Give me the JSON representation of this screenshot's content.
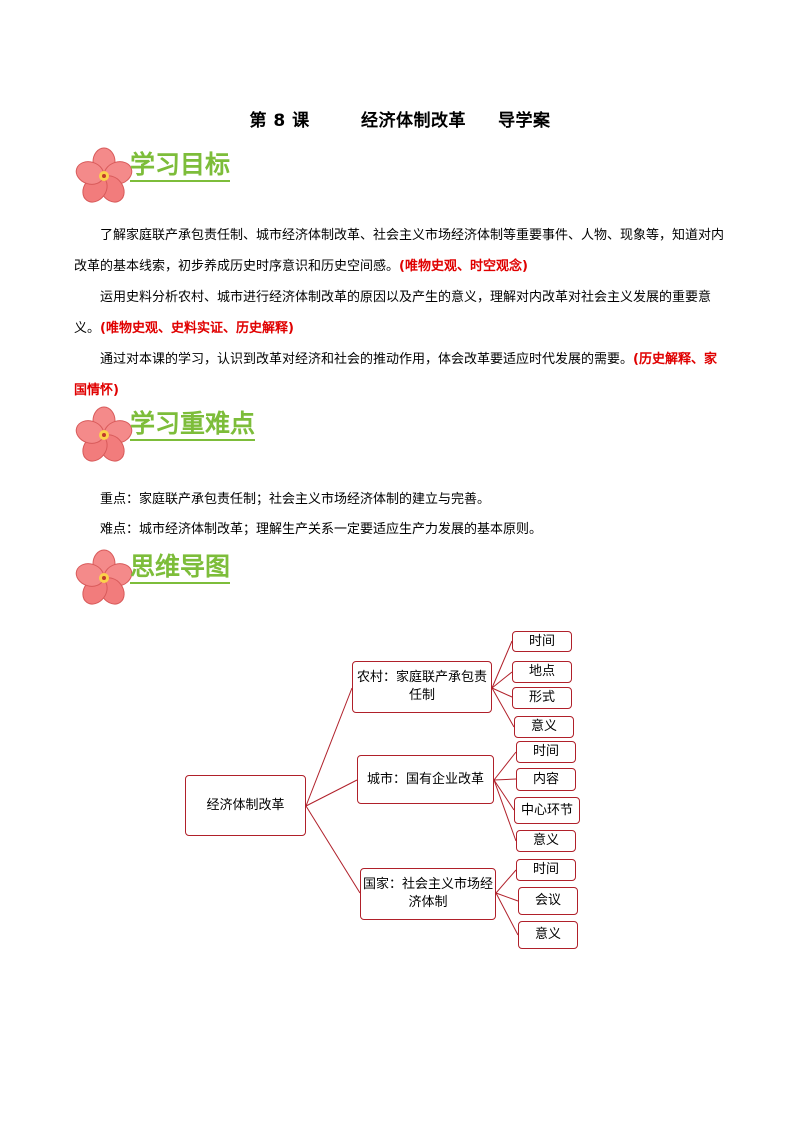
{
  "title": {
    "lesson": "第 8 课",
    "name": "经济体制改革",
    "type": "导学案"
  },
  "sections": {
    "goals": {
      "heading": "学习目标",
      "icon": "flower-icon"
    },
    "key_points": {
      "heading": "学习重难点",
      "icon": "flower-icon"
    },
    "mind_map": {
      "heading": "思维导图",
      "icon": "flower-icon"
    }
  },
  "goals": {
    "p1_text": "了解家庭联产承包责任制、城市经济体制改革、社会主义市场经济体制等重要事件、人物、现象等，知道对内改革的基本线索，初步养成历史时序意识和历史空间感。",
    "p1_tag": "(唯物史观、时空观念)",
    "p2_text": "运用史料分析农村、城市进行经济体制改革的原因以及产生的意义，理解对内改革对社会主义发展的重要意义。",
    "p2_tag": "(唯物史观、史料实证、历史解释)",
    "p3_text": "通过对本课的学习，认识到改革对经济和社会的推动作用，体会改革要适应时代发展的需要。",
    "p3_tag": "(历史解释、家国情怀)"
  },
  "key_points": {
    "important": "重点：家庭联产承包责任制；社会主义市场经济体制的建立与完善。",
    "difficult": "难点：城市经济体制改革；理解生产关系一定要适应生产力发展的基本原则。"
  },
  "mind_map": {
    "root": "经济体制改革",
    "branches": [
      {
        "label": "农村：家庭联产承包责任制",
        "children": [
          "时间",
          "地点",
          "形式",
          "意义"
        ]
      },
      {
        "label": "城市：国有企业改革",
        "children": [
          "时间",
          "内容",
          "中心环节",
          "意义"
        ]
      },
      {
        "label": "国家：社会主义市场经济体制",
        "children": [
          "时间",
          "会议",
          "意义"
        ]
      }
    ]
  },
  "colors": {
    "heading_green": "#7dbd3a",
    "tag_red": "#e00000",
    "box_border": "#b0202a"
  }
}
